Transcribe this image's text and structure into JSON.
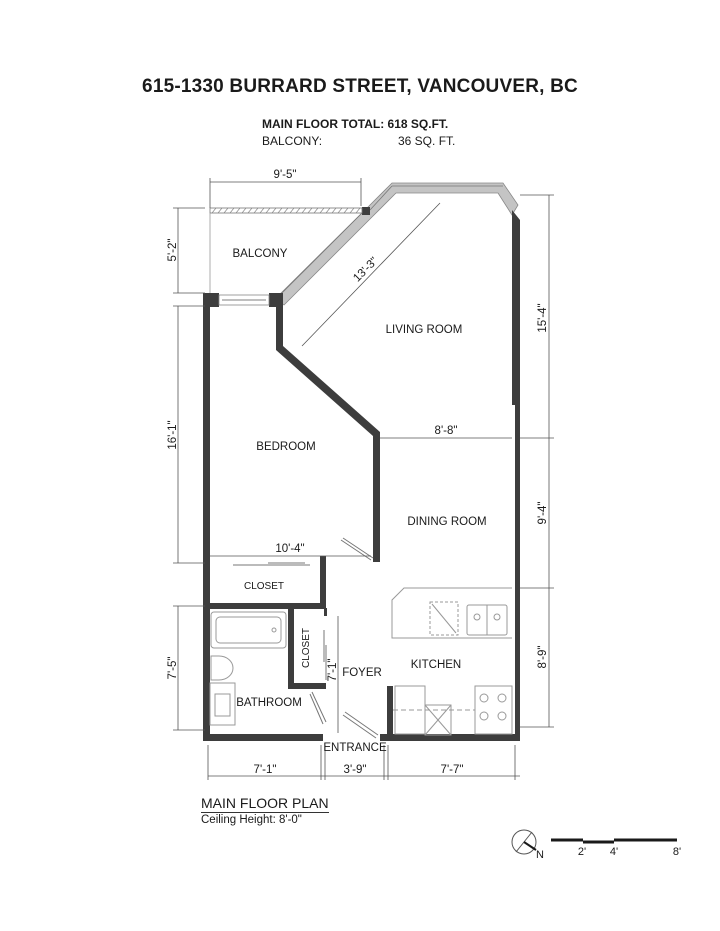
{
  "header": {
    "address": "615-1330 BURRARD STREET, VANCOUVER, BC",
    "main_floor_total": "MAIN FLOOR TOTAL: 618 SQ.FT.",
    "balcony_label": "BALCONY:",
    "balcony_area": "36 SQ. FT."
  },
  "rooms": {
    "balcony": "BALCONY",
    "living_room": "LIVING ROOM",
    "bedroom": "BEDROOM",
    "dining_room": "DINING ROOM",
    "closet_main": "CLOSET",
    "closet_foyer": "CLOSET",
    "kitchen": "KITCHEN",
    "foyer": "FOYER",
    "bathroom": "BATHROOM",
    "entrance": "ENTRANCE"
  },
  "dimensions": {
    "balcony_width": "9'-5\"",
    "balcony_depth": "5'-2\"",
    "living_diagonal": "13'-3\"",
    "living_depth": "15'-4\"",
    "bedroom_depth": "16'-1\"",
    "bedroom_width": "10'-4\"",
    "dining_width": "8'-8\"",
    "dining_depth": "9'-4\"",
    "kitchen_depth": "8'-9\"",
    "bathroom_depth": "7'-5\"",
    "foyer_depth": "7'-1\"",
    "bottom_left": "7'-1\"",
    "bottom_mid": "3'-9\"",
    "bottom_right": "7'-7\""
  },
  "footer": {
    "plan_name": "MAIN FLOOR PLAN",
    "ceiling_height": "Ceiling Height: 8'-0\""
  },
  "legend": {
    "north_label": "N",
    "scale_ticks": [
      "2'",
      "4'",
      "8'"
    ]
  },
  "colors": {
    "wall": "#3d3d3d",
    "glazing": "#bdbdbd",
    "dimension_line": "#555555",
    "fixture_line": "#9a9a9a"
  }
}
